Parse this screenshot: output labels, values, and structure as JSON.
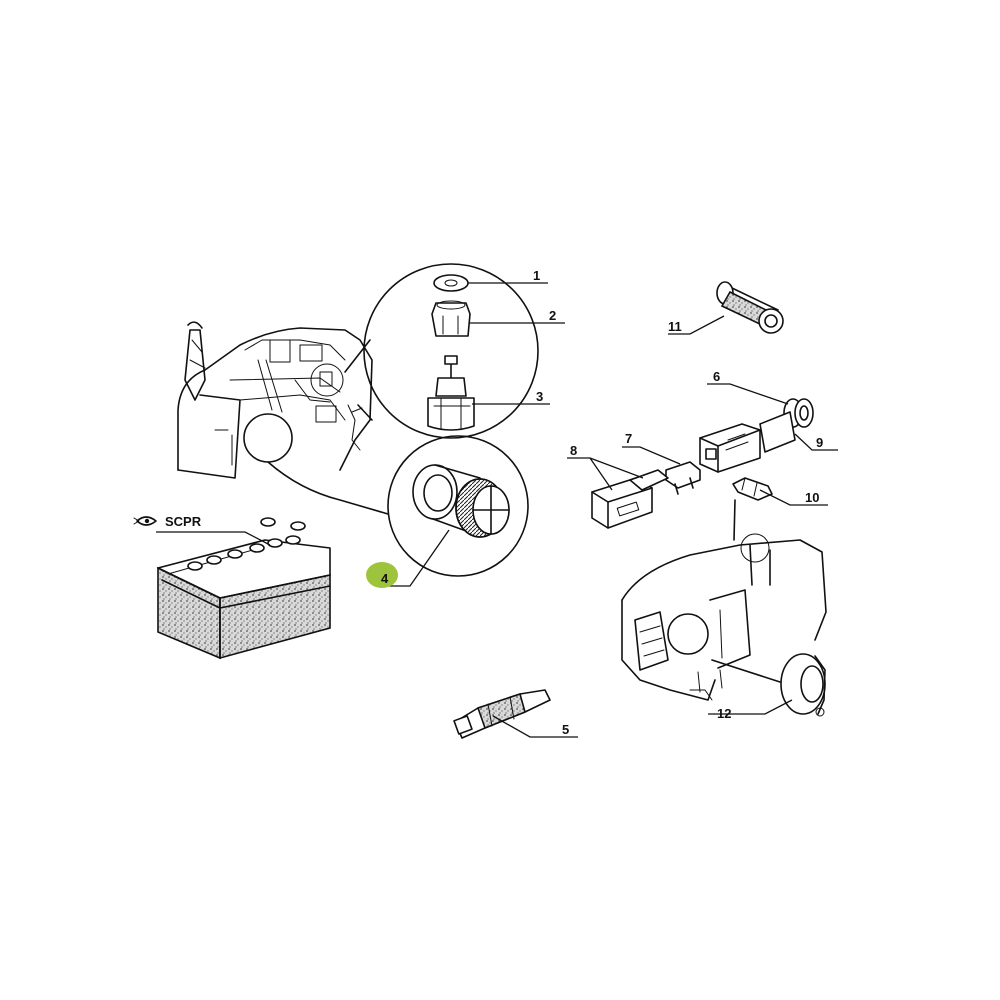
{
  "diagram": {
    "highlight_color": "#9dc43c",
    "battery_tag": {
      "icon": "eye-fish-icon",
      "text": "SCPR"
    },
    "callouts": [
      {
        "id": "c1",
        "text": "1"
      },
      {
        "id": "c2",
        "text": "2"
      },
      {
        "id": "c3",
        "text": "3"
      },
      {
        "id": "c4",
        "text": "4"
      },
      {
        "id": "c5",
        "text": "5"
      },
      {
        "id": "c6",
        "text": "6"
      },
      {
        "id": "c7",
        "text": "7"
      },
      {
        "id": "c8",
        "text": "8"
      },
      {
        "id": "c9",
        "text": "9"
      },
      {
        "id": "c10",
        "text": "10"
      },
      {
        "id": "c11",
        "text": "11"
      },
      {
        "id": "c12",
        "text": "12"
      }
    ]
  }
}
